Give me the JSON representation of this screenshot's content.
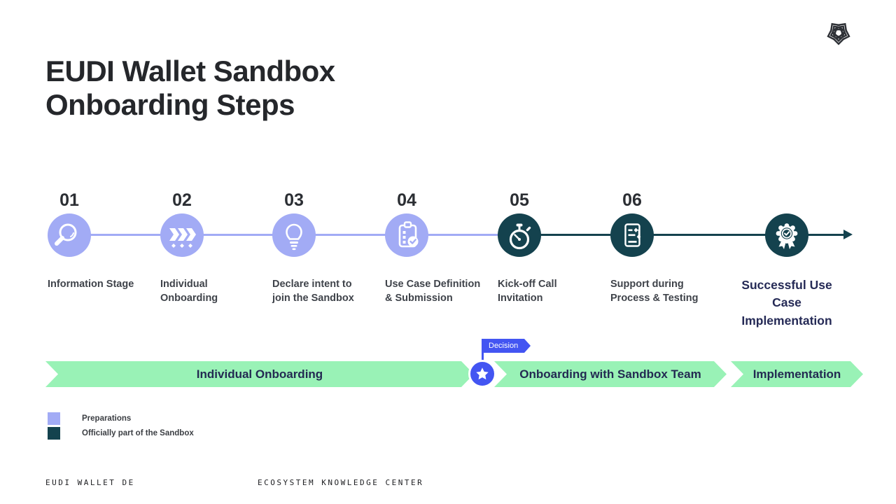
{
  "header": {
    "title": "EUDI Wallet Sandbox\nOnboarding Steps",
    "logo": "eudi-wallet-star-logo"
  },
  "steps": [
    {
      "number": "01",
      "label": "Information Stage",
      "icon": "magnifier-icon",
      "phase": "preparations"
    },
    {
      "number": "02",
      "label": "Individual\nOnboarding",
      "icon": "chevrons-icon",
      "phase": "preparations"
    },
    {
      "number": "03",
      "label": "Declare intent to\njoin the Sandbox",
      "icon": "lightbulb-icon",
      "phase": "preparations"
    },
    {
      "number": "04",
      "label": "Use Case Definition\n& Submission",
      "icon": "clipboard-check-icon",
      "phase": "preparations"
    },
    {
      "number": "05",
      "label": "Kick-off Call\nInvitation",
      "icon": "stopwatch-icon",
      "phase": "officially-part-of-sandbox"
    },
    {
      "number": "06",
      "label": "Support during\nProcess & Testing",
      "icon": "document-tasks-icon",
      "phase": "officially-part-of-sandbox"
    },
    {
      "number": "",
      "label": "Successful Use\nCase\nImplementation",
      "icon": "award-rosette-icon",
      "phase": "officially-part-of-sandbox"
    }
  ],
  "flow": {
    "decision_label": "Decision",
    "decision_icon": "star-icon",
    "bands": [
      "Individual Onboarding",
      "Onboarding with Sandbox Team",
      "Implementation"
    ]
  },
  "legend": [
    {
      "label": "Preparations",
      "color": "#a2abf5"
    },
    {
      "label": "Officially part of the Sandbox",
      "color": "#14424e"
    }
  ],
  "footer": {
    "left": "EUDI WALLET DE",
    "right": "ECOSYSTEM KNOWLEDGE CENTER"
  },
  "colors": {
    "preparations_purple": "#a2abf5",
    "sandbox_teal": "#14424e",
    "flow_green": "#99f2b6",
    "decision_blue": "#4355f2",
    "band_text_navy": "#232a52",
    "title_dark": "#25272b"
  }
}
